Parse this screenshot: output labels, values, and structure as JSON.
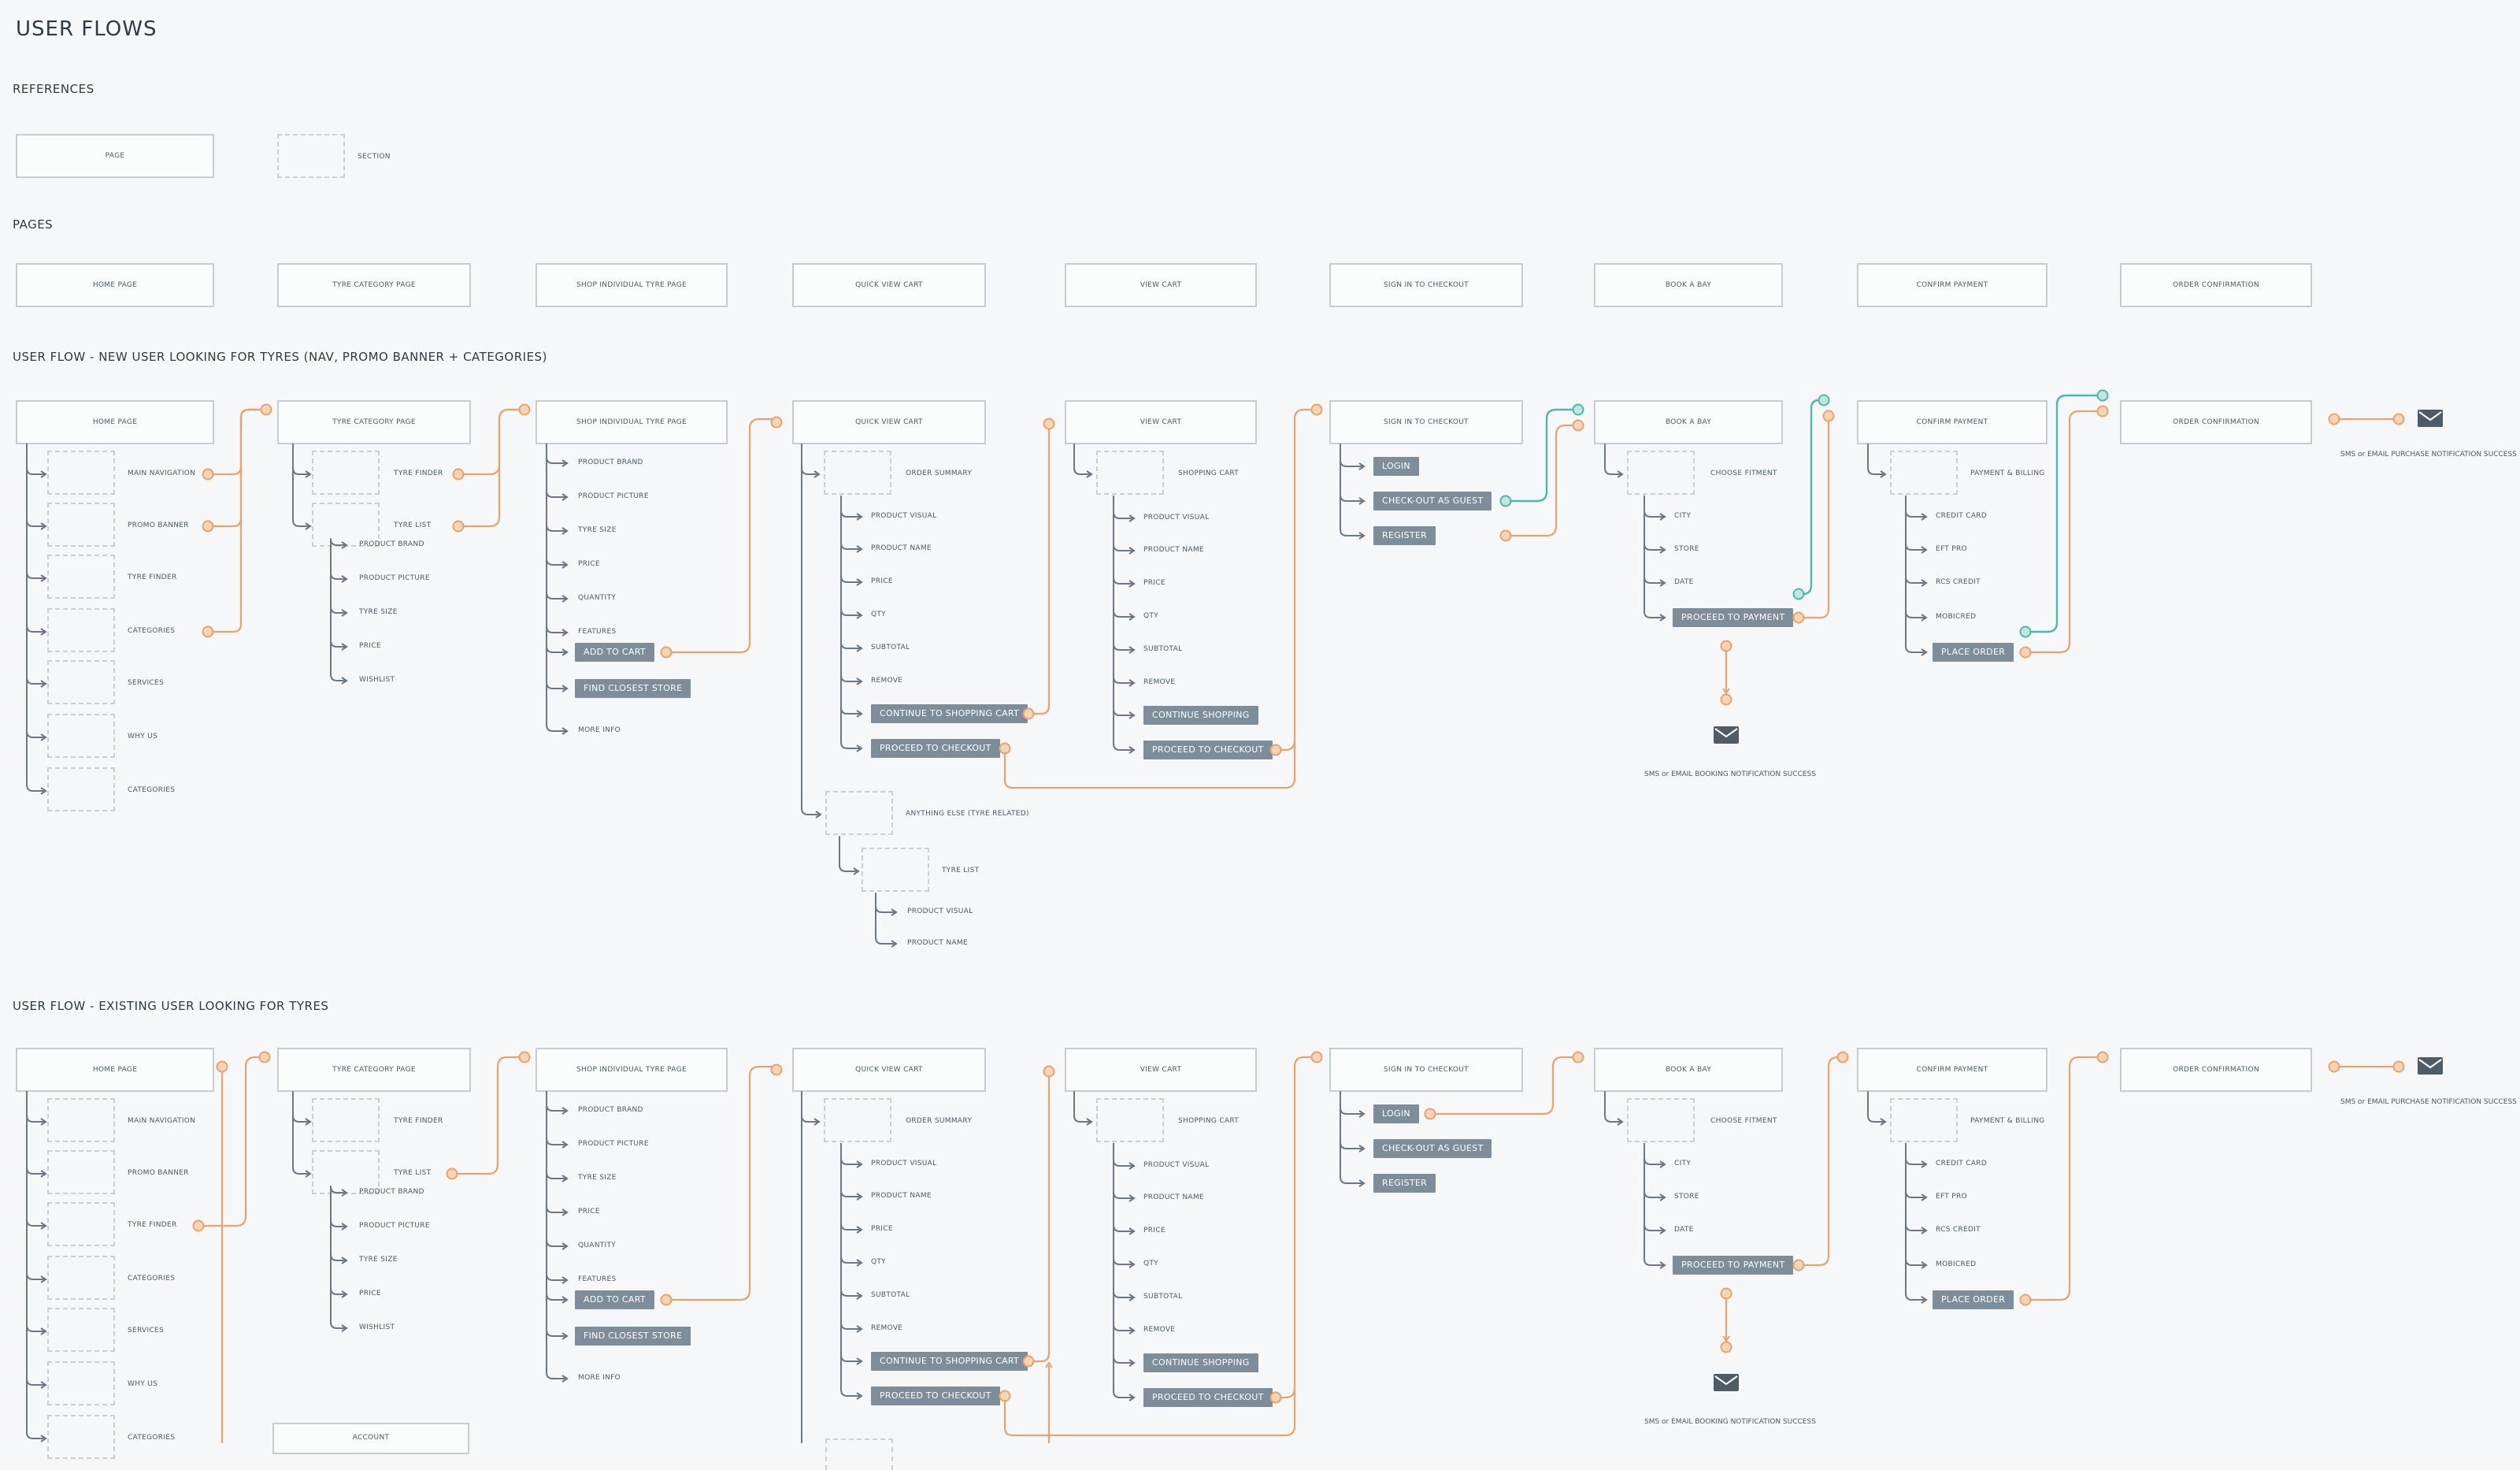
{
  "title": "USER FLOWS",
  "references": {
    "heading": "REFERENCES",
    "page_label": "PAGE",
    "section_label": "SECTION"
  },
  "pages": {
    "heading": "PAGES",
    "items": [
      "HOME PAGE",
      "TYRE CATEGORY PAGE",
      "SHOP INDIVIDUAL TYRE PAGE",
      "QUICK VIEW CART",
      "VIEW CART",
      "SIGN IN TO CHECKOUT",
      "BOOK A BAY",
      "CONFIRM PAYMENT",
      "ORDER CONFIRMATION"
    ]
  },
  "flow1": {
    "heading": "USER FLOW - NEW USER LOOKING FOR TYRES (NAV, PROMO BANNER + CATEGORIES)",
    "home_sections": [
      "MAIN NAVIGATION",
      "PROMO BANNER",
      "TYRE FINDER",
      "CATEGORIES",
      "SERVICES",
      "WHY US",
      "CATEGORIES"
    ],
    "category_sections": [
      "TYRE FINDER",
      "TYRE LIST"
    ],
    "category_sub": [
      "PRODUCT BRAND",
      "PRODUCT PICTURE",
      "TYRE SIZE",
      "PRICE",
      "WISHLIST"
    ],
    "shop_items": [
      "PRODUCT BRAND",
      "PRODUCT PICTURE",
      "TYRE SIZE",
      "PRICE",
      "QUANTITY",
      "FEATURES"
    ],
    "shop_btn_add": "ADD TO CART",
    "shop_btn_find": "FIND CLOSEST STORE",
    "shop_more": "MORE INFO",
    "qv_section": "ORDER SUMMARY",
    "qv_items": [
      "PRODUCT VISUAL",
      "PRODUCT NAME",
      "PRICE",
      "QTY",
      "SUBTOTAL",
      "REMOVE"
    ],
    "qv_btn_continue": "CONTINUE TO SHOPPING CART",
    "qv_btn_checkout": "PROCEED TO CHECKOUT",
    "qv_else": "ANYTHING ELSE (TYRE RELATED)",
    "qv_tyre_list": "TYRE LIST",
    "qv_tyre_sub": [
      "PRODUCT VISUAL",
      "PRODUCT NAME"
    ],
    "vc_section": "SHOPPING CART",
    "vc_items": [
      "PRODUCT VISUAL",
      "PRODUCT NAME",
      "PRICE",
      "QTY",
      "SUBTOTAL",
      "REMOVE"
    ],
    "vc_btn_continue": "CONTINUE SHOPPING",
    "vc_btn_checkout": "PROCEED TO CHECKOUT",
    "sign_btns": [
      "LOGIN",
      "CHECK-OUT AS GUEST",
      "REGISTER"
    ],
    "bay_section": "CHOOSE FITMENT",
    "bay_items": [
      "CITY",
      "STORE",
      "DATE"
    ],
    "bay_btn": "PROCEED TO PAYMENT",
    "bay_note": "SMS or EMAIL BOOKING NOTIFICATION SUCCESS",
    "pay_section": "PAYMENT & BILLING",
    "pay_items": [
      "CREDIT CARD",
      "EFT PRO",
      "RCS CREDIT",
      "MOBICRED"
    ],
    "pay_btn": "PLACE ORDER",
    "order_note": "SMS or EMAIL PURCHASE NOTIFICATION SUCCESS"
  },
  "flow2": {
    "heading": "USER FLOW - EXISTING USER LOOKING FOR TYRES",
    "home_sections": [
      "MAIN NAVIGATION",
      "PROMO BANNER",
      "TYRE FINDER",
      "CATEGORIES",
      "SERVICES",
      "WHY US",
      "CATEGORIES"
    ],
    "category_sections": [
      "TYRE FINDER",
      "TYRE LIST"
    ],
    "category_sub": [
      "PRODUCT BRAND",
      "PRODUCT PICTURE",
      "TYRE SIZE",
      "PRICE",
      "WISHLIST"
    ],
    "account": "ACCOUNT",
    "shop_items": [
      "PRODUCT BRAND",
      "PRODUCT PICTURE",
      "TYRE SIZE",
      "PRICE",
      "QUANTITY",
      "FEATURES"
    ],
    "shop_btn_add": "ADD TO CART",
    "shop_btn_find": "FIND CLOSEST STORE",
    "shop_more": "MORE INFO",
    "qv_section": "ORDER SUMMARY",
    "qv_items": [
      "PRODUCT VISUAL",
      "PRODUCT NAME",
      "PRICE",
      "QTY",
      "SUBTOTAL",
      "REMOVE"
    ],
    "qv_btn_continue": "CONTINUE TO SHOPPING CART",
    "qv_btn_checkout": "PROCEED TO CHECKOUT",
    "vc_section": "SHOPPING CART",
    "vc_items": [
      "PRODUCT VISUAL",
      "PRODUCT NAME",
      "PRICE",
      "QTY",
      "SUBTOTAL",
      "REMOVE"
    ],
    "vc_btn_continue": "CONTINUE SHOPPING",
    "vc_btn_checkout": "PROCEED TO CHECKOUT",
    "sign_btns": [
      "LOGIN",
      "CHECK-OUT AS GUEST",
      "REGISTER"
    ],
    "bay_section": "CHOOSE FITMENT",
    "bay_items": [
      "CITY",
      "STORE",
      "DATE"
    ],
    "bay_btn": "PROCEED TO PAYMENT",
    "bay_note": "SMS or EMAIL BOOKING NOTIFICATION SUCCESS",
    "pay_section": "PAYMENT & BILLING",
    "pay_items": [
      "CREDIT CARD",
      "EFT PRO",
      "RCS CREDIT",
      "MOBICRED"
    ],
    "pay_btn": "PLACE ORDER",
    "order_note": "SMS or EMAIL PURCHASE NOTIFICATION SUCCESS"
  },
  "colors": {
    "orange": "#e8a46a",
    "teal": "#4fb8a6",
    "grey": "#7e8d9a",
    "line": "#6b7883"
  }
}
